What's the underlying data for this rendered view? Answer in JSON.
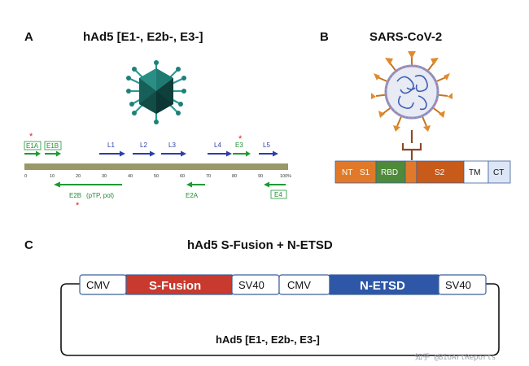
{
  "panelA": {
    "letter": "A",
    "title": "hAd5 [E1-, E2b-, E3-]",
    "genes_top_green": [
      "E1A",
      "E1B"
    ],
    "genes_top_blue": [
      "L1",
      "L2",
      "L3",
      "L4",
      "L5"
    ],
    "gene_e3": "E3",
    "ticks": [
      "0",
      "10",
      "20",
      "30",
      "40",
      "50",
      "60",
      "70",
      "80",
      "90",
      "100%"
    ],
    "e2b_label": "E2B",
    "e2b_sub": "(pTP, pol)",
    "e2a_label": "E2A",
    "e4_label": "E4",
    "colors": {
      "genome_bar": "#9a9868",
      "green": "#1e9a34",
      "blue": "#2b3fa8",
      "deleted_marker": "#e02020"
    }
  },
  "panelB": {
    "letter": "B",
    "title": "SARS-CoV-2",
    "segments": [
      "NT",
      "S1",
      "RBD",
      "S2",
      "TM",
      "CT"
    ],
    "colors": {
      "orange": "#e07a2a",
      "green": "#4e8a3a",
      "darkorange": "#c85a1a",
      "white": "#ffffff",
      "lightblue": "#dde6f6"
    }
  },
  "panelC": {
    "letter": "C",
    "title": "hAd5 S-Fusion + N-ETSD",
    "cassette": [
      "CMV",
      "S-Fusion",
      "SV40",
      "CMV",
      "N-ETSD",
      "SV40"
    ],
    "plasmid_label": "hAd5 [E1-, E2b-, E3-]",
    "colors": {
      "sfusion": "#c83a2e",
      "netsd": "#2e57a8",
      "box_border": "#3a5f9a"
    }
  },
  "watermark": "知乎 @BioArtReports"
}
